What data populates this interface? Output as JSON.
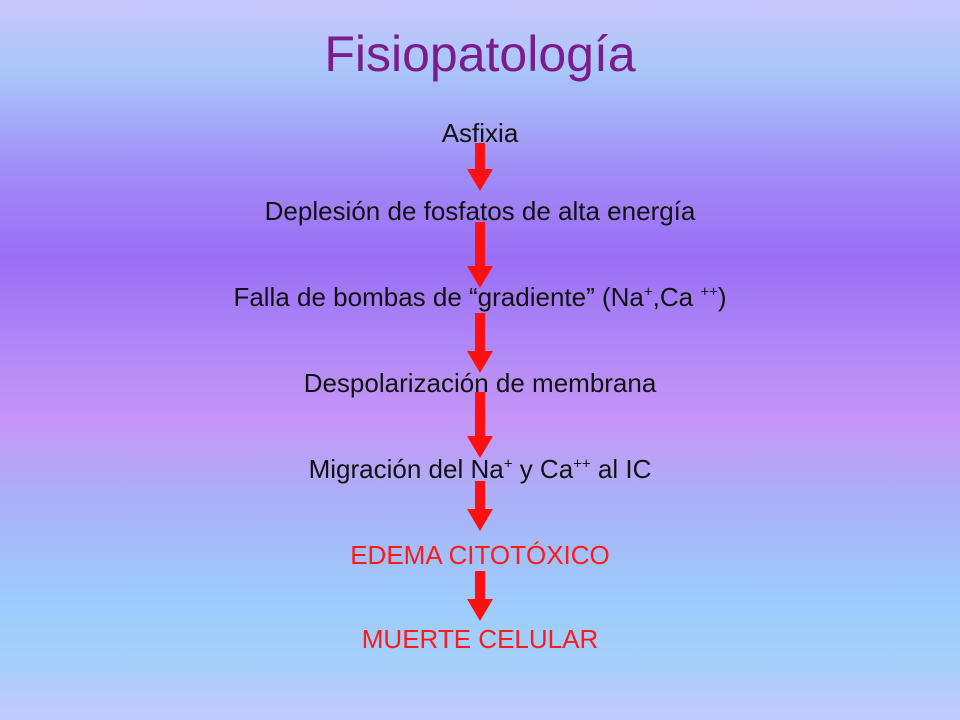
{
  "slide": {
    "title": "Fisiopatología",
    "steps": [
      {
        "text": "Asfixia",
        "color": "#111111"
      },
      {
        "text": "Deplesión de fosfatos de alta energía",
        "color": "#111111"
      },
      {
        "text_pre": "Falla de bombas de “gradiente” (Na",
        "sup1": "+",
        "text_mid": ",Ca ",
        "sup2": "++",
        "text_post": ")",
        "color": "#111111"
      },
      {
        "text": "Despolarización de membrana",
        "color": "#111111"
      },
      {
        "text_pre": "Migración del Na",
        "sup1": "+",
        "text_mid": " y Ca",
        "sup2": "++",
        "text_post": " al IC",
        "color": "#111111"
      },
      {
        "text": "EDEMA CITOTÓXICO",
        "color": "#ff1a1a"
      },
      {
        "text": "MUERTE CELULAR",
        "color": "#ff1a1a"
      }
    ],
    "arrow_color": "#ff1010",
    "title_color": "#7a1c8c"
  }
}
